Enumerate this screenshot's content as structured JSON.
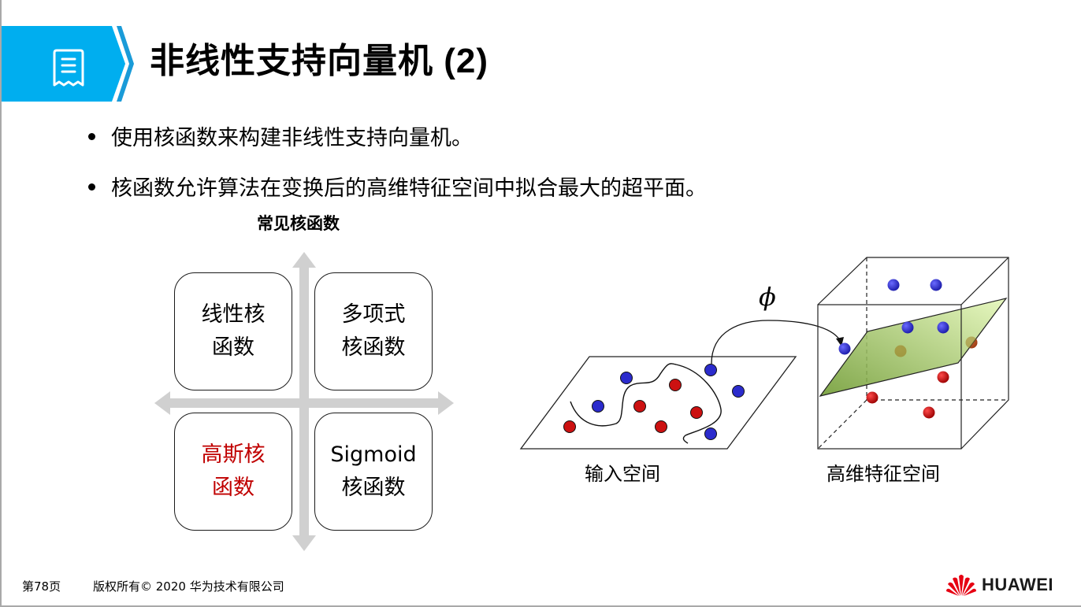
{
  "header": {
    "title": "非线性支持向量机 (2)",
    "icon": "document-list-icon",
    "banner_color": "#00aeef"
  },
  "bullets": [
    "使用核函数来构建非线性支持向量机。",
    "核函数允许算法在变换后的高维特征空间中拟合最大的超平面。"
  ],
  "kernels": {
    "heading": "常见核函数",
    "items": [
      {
        "line1": "线性核",
        "line2": "函数",
        "color": "#000000"
      },
      {
        "line1": "多项式",
        "line2": "核函数",
        "color": "#000000"
      },
      {
        "line1": "高斯核",
        "line2": "函数",
        "color": "#c00000"
      },
      {
        "line1": "Sigmoid",
        "line2": "核函数",
        "color": "#000000"
      }
    ],
    "axis_color": "#d0d0d0"
  },
  "diagram": {
    "mapping_symbol": "ϕ",
    "input_space_label": "输入空间",
    "feature_space_label": "高维特征空间",
    "colors": {
      "class_a": "#2b2bcc",
      "class_b": "#cc1111",
      "plane": "#9cc05a"
    }
  },
  "footer": {
    "page": "第78页",
    "copyright": "版权所有© 2020 华为技术有限公司",
    "brand": "HUAWEI",
    "brand_color": "#e60012"
  }
}
